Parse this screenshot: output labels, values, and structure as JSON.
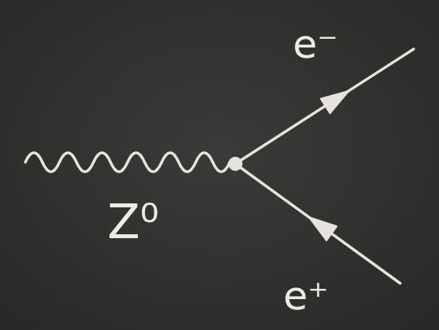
{
  "diagram": {
    "labels": [
      "e⁻",
      "Z⁰",
      "e⁺"
    ]
  }
}
